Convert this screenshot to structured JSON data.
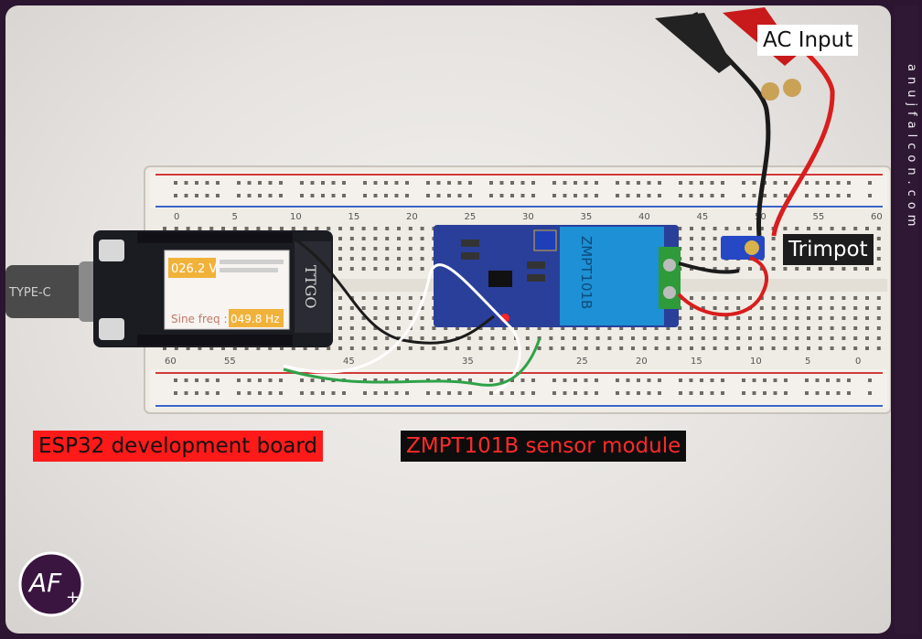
{
  "labels": {
    "ac_input": "AC Input",
    "trimpot": "Trimpot",
    "esp32": "ESP32 development board",
    "zmpt": "ZMPT101B sensor module"
  },
  "watermark": "anujfalcon.com",
  "display": {
    "voltage": "026.2 V",
    "freq_label": "Sine freq :",
    "freq_value": "049.8 Hz"
  },
  "board_text": {
    "ttgo": "TTGO",
    "type_c": "TYPE-C",
    "module_name": "ZMPT101B"
  },
  "breadboard_numbers_top": [
    "0",
    "5",
    "10",
    "15",
    "20",
    "25",
    "30",
    "35",
    "40",
    "45",
    "50",
    "55",
    "60"
  ],
  "breadboard_numbers_bottom": [
    "60",
    "55",
    "45",
    "35",
    "25",
    "20",
    "15",
    "10",
    "5",
    "0"
  ],
  "colors": {
    "label_red": "#ff1a1a",
    "label_black": "#0d0d0d",
    "breadboard": "#ece8e2",
    "pcb_blue": "#2a3f9a",
    "transformer_blue": "#1e90d6",
    "terminal_green": "#2e9a3a"
  },
  "logo": {
    "text": "AF",
    "plus": "+"
  }
}
